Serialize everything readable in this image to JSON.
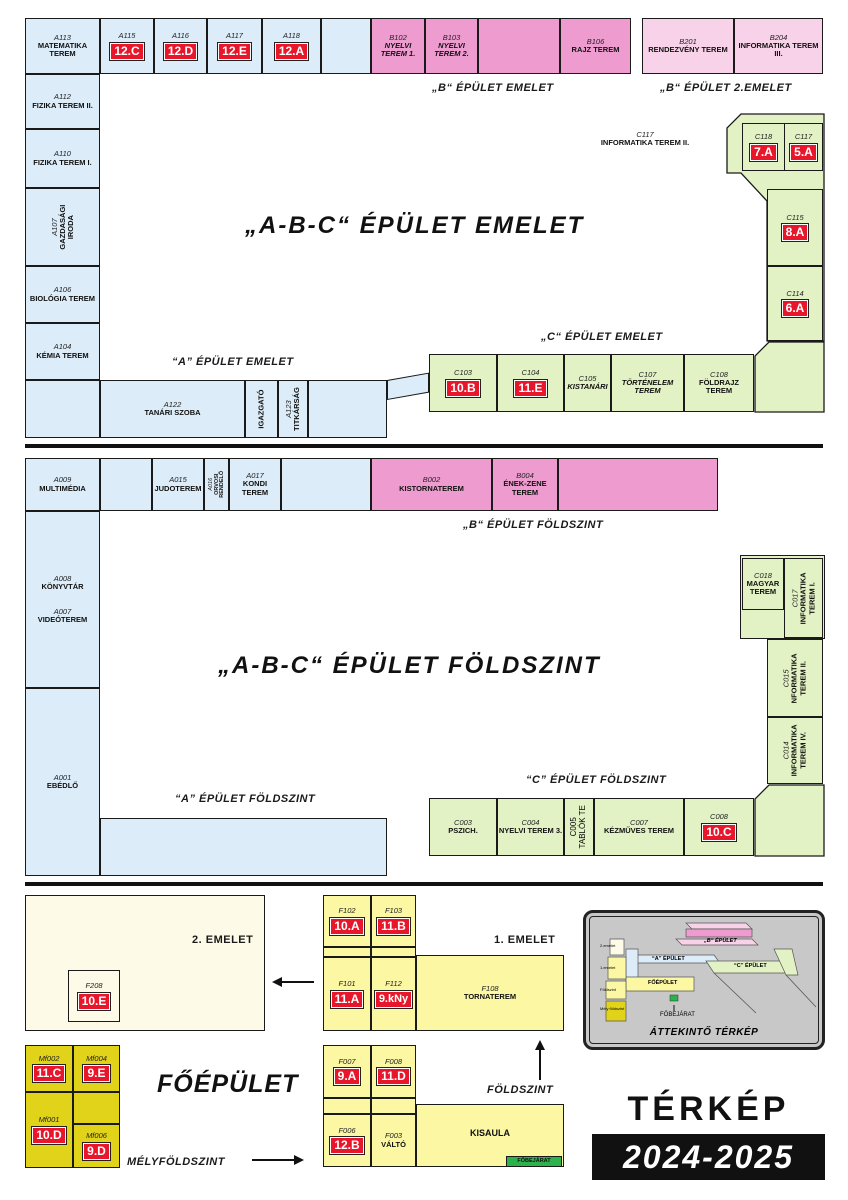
{
  "labels": {
    "b_emelet": "„B“ ÉPÜLET EMELET",
    "b_2emelet": "„B“ ÉPÜLET 2.EMELET",
    "abc_emelet": "„A-B-C“ ÉPÜLET EMELET",
    "c_emelet": "„C“ ÉPÜLET EMELET",
    "a_emelet": "“A” ÉPÜLET EMELET",
    "b_foldszint": "„B“ ÉPÜLET FÖLDSZINT",
    "abc_foldszint": "„A-B-C“ ÉPÜLET FÖLDSZINT",
    "c_foldszint": "“C” ÉPÜLET FÖLDSZINT",
    "a_foldszint": "“A” ÉPÜLET FÖLDSZINT",
    "emelet2": "2. EMELET",
    "emelet1": "1. EMELET",
    "foepulet": "FŐÉPÜLET",
    "foldszint": "FÖLDSZINT",
    "melyfoldszint": "MÉLYFÖLDSZINT",
    "terkep": "TÉRKÉP",
    "year": "2024-2025"
  },
  "rooms": {
    "A113": {
      "code": "A113",
      "name": "MATEMATIKA TEREM"
    },
    "A115": {
      "code": "A115",
      "badge": "12.C"
    },
    "A116": {
      "code": "A116",
      "badge": "12.D"
    },
    "A117": {
      "code": "A117",
      "badge": "12.E"
    },
    "A118": {
      "code": "A118",
      "badge": "12.A"
    },
    "B102": {
      "code": "B102",
      "name": "NYELVI TEREM 1."
    },
    "B103": {
      "code": "B103",
      "name": "NYELVI TEREM 2."
    },
    "B106": {
      "code": "B106",
      "name": "RAJZ TEREM"
    },
    "B201": {
      "code": "B201",
      "name": "RENDEZVÉNY TEREM"
    },
    "B204": {
      "code": "B204",
      "name": "INFORMATIKA TEREM III."
    },
    "A112": {
      "code": "A112",
      "name": "FIZIKA TEREM II."
    },
    "A110": {
      "code": "A110",
      "name": "FIZIKA TEREM I."
    },
    "A107": {
      "code": "A107",
      "name": "GAZDASÁGI IRODA"
    },
    "A106": {
      "code": "A106",
      "name": "BIOLÓGIA TEREM"
    },
    "A104": {
      "code": "A104",
      "name": "KÉMIA TEREM"
    },
    "A122": {
      "code": "A122",
      "name": "TANÁRI SZOBA"
    },
    "IGAZGATO": {
      "name": "IGAZGATÓ"
    },
    "A123": {
      "code": "A123",
      "name": "TITKÁRSÁG"
    },
    "C117": {
      "code": "C117",
      "name": "INFORMATIKA TEREM II."
    },
    "C118": {
      "code": "C118",
      "badge": "7.A"
    },
    "C117b": {
      "code": "C117",
      "badge": "5.A"
    },
    "C115": {
      "code": "C115",
      "badge": "8.A"
    },
    "C114": {
      "code": "C114",
      "badge": "6.A"
    },
    "C103": {
      "code": "C103",
      "badge": "10.B"
    },
    "C104": {
      "code": "C104",
      "badge": "11.E"
    },
    "C105": {
      "code": "C105",
      "name": "KISTANÁRI"
    },
    "C107": {
      "code": "C107",
      "name": "TÖRTÉNELEM TEREM"
    },
    "C108": {
      "code": "C108",
      "name": "FÖLDRAJZ TEREM"
    },
    "A009": {
      "code": "A009",
      "name": "MULTIMÉDIA"
    },
    "A015": {
      "code": "A015",
      "name": "JUDOTEREM"
    },
    "A016": {
      "code": "A016",
      "name": "ORVOSI RENDELŐ"
    },
    "A017": {
      "code": "A017",
      "name": "KONDI TEREM"
    },
    "B002": {
      "code": "B002",
      "name": "KISTORNATEREM"
    },
    "B004": {
      "code": "B004",
      "name": "ÉNEK-ZENE TEREM"
    },
    "A008": {
      "code": "A008",
      "name": "KÖNYVTÁR"
    },
    "A007": {
      "code": "A007",
      "name": "VIDEÓTEREM"
    },
    "A001": {
      "code": "A001",
      "name": "EBÉDLŐ"
    },
    "C018": {
      "code": "C018",
      "name": "MAGYAR TEREM"
    },
    "C017": {
      "code": "C017",
      "name": "INFORMATIKA TEREM I."
    },
    "C015": {
      "code": "C015",
      "name": "NFORMATIKA TEREM II."
    },
    "C014": {
      "code": "C014",
      "name": "INFORMATIKA TEREM IV."
    },
    "C003": {
      "code": "C003",
      "name": "PSZICH."
    },
    "C004": {
      "code": "C004",
      "name": "NYELVI TEREM 3."
    },
    "C005": {
      "code": "C005",
      "name": "TABLÓK TE"
    },
    "C007": {
      "code": "C007",
      "name": "KÉZMŰVES TEREM"
    },
    "C008": {
      "code": "C008",
      "badge": "10.C"
    },
    "F208": {
      "code": "F208",
      "badge": "10.E"
    },
    "F102": {
      "code": "F102",
      "badge": "10.A"
    },
    "F103": {
      "code": "F103",
      "badge": "11.B"
    },
    "F101": {
      "code": "F101",
      "badge": "11.A"
    },
    "F112": {
      "code": "F112",
      "badge": "9.kNy"
    },
    "F108": {
      "code": "F108",
      "name": "TORNATEREM"
    },
    "Mf002": {
      "code": "Mf002",
      "badge": "11.C"
    },
    "Mf004": {
      "code": "Mf004",
      "badge": "9.E"
    },
    "Mf001": {
      "code": "Mf001",
      "badge": "10.D"
    },
    "Mf006": {
      "code": "Mf006",
      "badge": "9.D"
    },
    "F007": {
      "code": "F007",
      "badge": "9.A"
    },
    "F008": {
      "code": "F008",
      "badge": "11.D"
    },
    "F006": {
      "code": "F006",
      "badge": "12.B"
    },
    "F003": {
      "code": "F003",
      "name": "VÁLTÓ"
    },
    "KISAULA": {
      "name": "KISAULA"
    },
    "FOBEJARAT": {
      "name": "FŐBEJÁRAT"
    }
  },
  "overview": {
    "title": "ÁTTEKINTŐ TÉRKÉP",
    "b_epulet": "„B“ ÉPÜLET",
    "a_epulet": "“A” ÉPÜLET",
    "c_epulet": "“C” ÉPÜLET",
    "foepulet": "FŐÉPÜLET",
    "fobejarat": "FŐBEJÁRAT",
    "emelet2": "2.emelet",
    "emelet1": "1.emelet",
    "foldszint": "Földszint",
    "mely": "Mély földszint"
  }
}
